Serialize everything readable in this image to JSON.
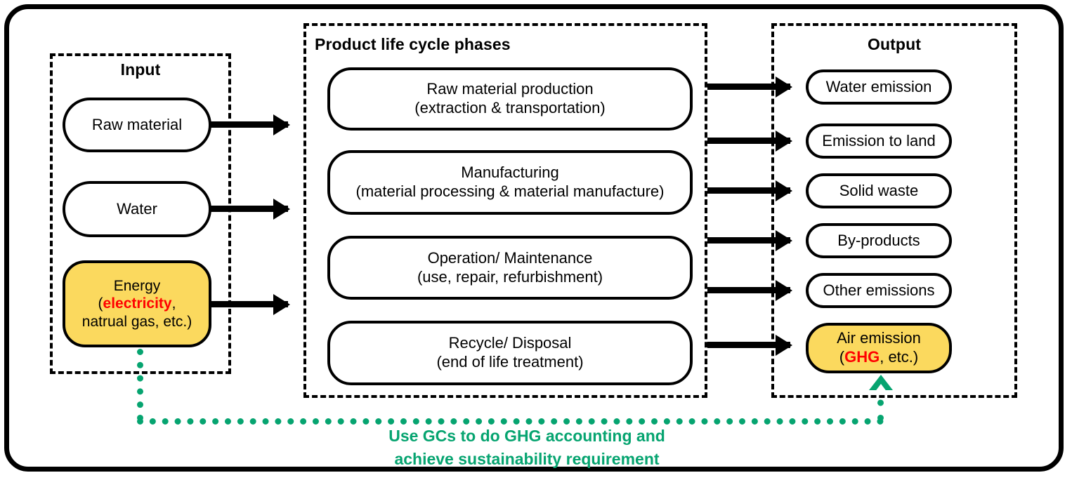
{
  "diagram": {
    "panels": {
      "input": {
        "title": "Input"
      },
      "phases": {
        "title": "Product life cycle phases"
      },
      "output": {
        "title": "Output"
      }
    },
    "input_nodes": [
      {
        "line1": "Raw material",
        "line2": "",
        "highlight": false
      },
      {
        "line1": "Water",
        "line2": "",
        "highlight": false
      },
      {
        "line1": "Energy",
        "line2_pre": "(",
        "line2_red": "electricity",
        "line2_post": ",",
        "line3": "natrual gas, etc.)",
        "highlight": true
      }
    ],
    "phase_nodes": [
      {
        "line1": "Raw material production",
        "line2": "(extraction & transportation)"
      },
      {
        "line1": "Manufacturing",
        "line2": "(material processing & material manufacture)"
      },
      {
        "line1": "Operation/ Maintenance",
        "line2": "(use, repair, refurbishment)"
      },
      {
        "line1": "Recycle/ Disposal",
        "line2": "(end of life treatment)"
      }
    ],
    "output_nodes": [
      {
        "line1": "Water emission",
        "highlight": false
      },
      {
        "line1": "Emission to land",
        "highlight": false
      },
      {
        "line1": "Solid waste",
        "highlight": false
      },
      {
        "line1": "By-products",
        "highlight": false
      },
      {
        "line1": "Other emissions",
        "highlight": false
      },
      {
        "line1": "Air emission",
        "line2_pre": "(",
        "line2_red": "GHG",
        "line2_post": ", etc.)",
        "highlight": true
      }
    ],
    "caption": {
      "line1": "Use GCs to do GHG accounting and",
      "line2": "achieve sustainability requirement"
    },
    "colors": {
      "highlight_fill": "#FBD95E",
      "accent_red": "#FF0000",
      "accent_green": "#06A470",
      "stroke": "#000000"
    }
  }
}
